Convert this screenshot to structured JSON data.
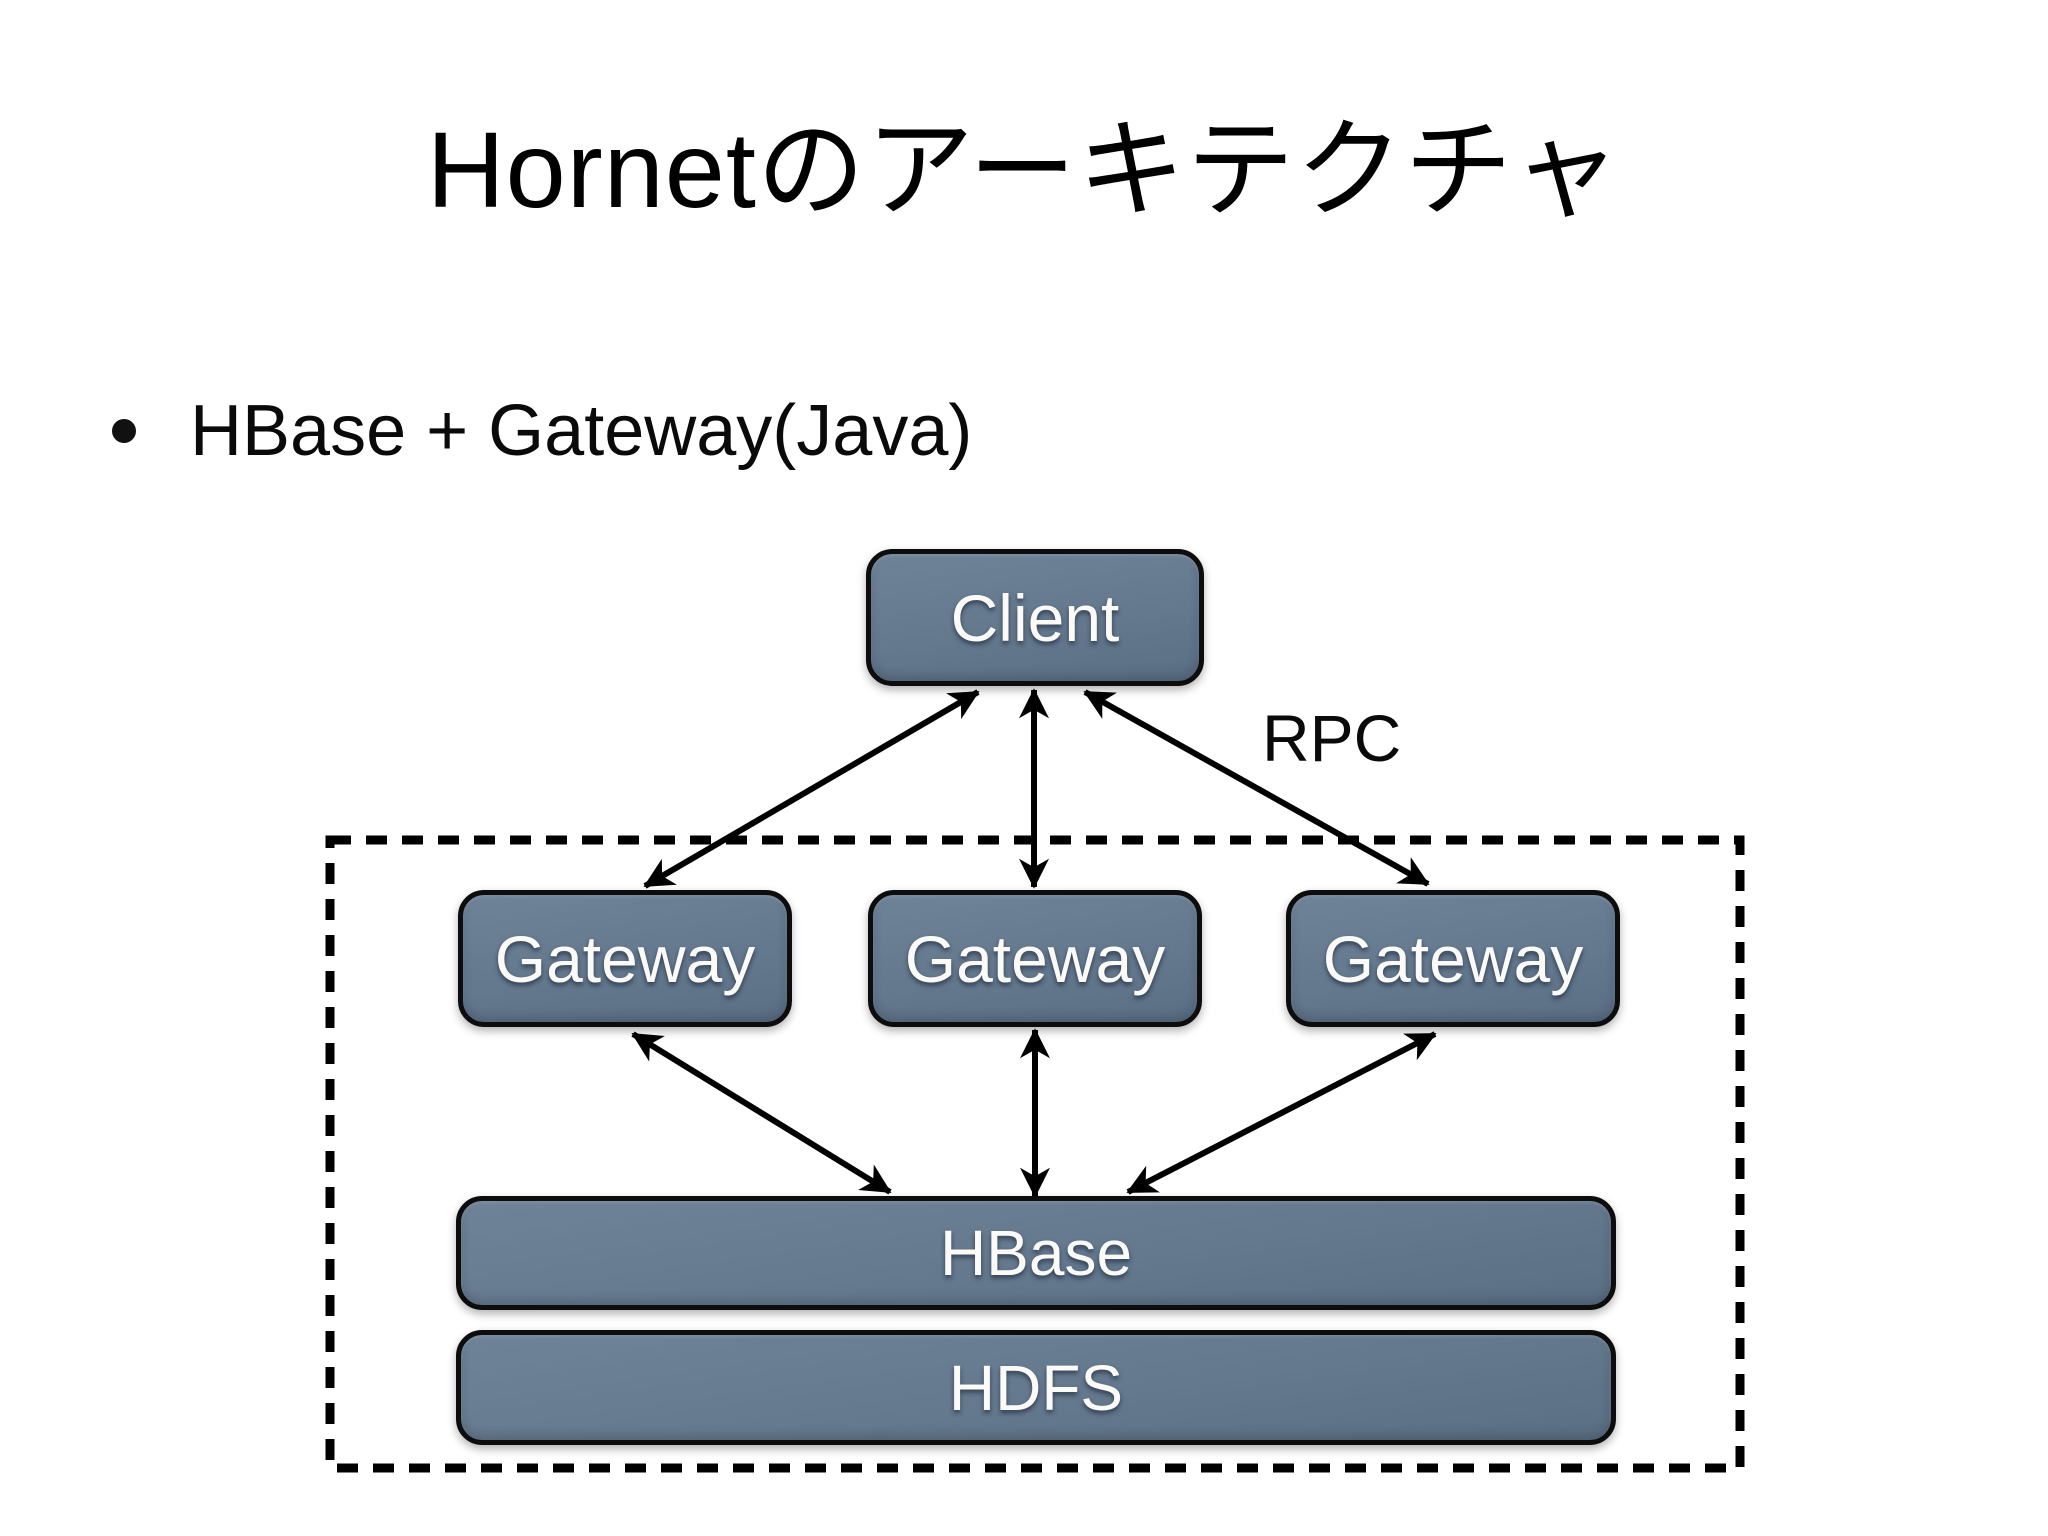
{
  "slide": {
    "title": "Hornetのアーキテクチャ",
    "bullet_marker": "•",
    "bullet_text": "HBase + Gateway(Java)"
  },
  "diagram": {
    "rpc_label": "RPC",
    "client_label": "Client",
    "gateways": [
      "Gateway",
      "Gateway",
      "Gateway"
    ],
    "hbase_label": "HBase",
    "hdfs_label": "HDFS",
    "cluster_border_style": "dashed",
    "colors": {
      "node_fill": "#64788e",
      "node_border": "#0d0d0d",
      "node_text": "#fbfaf7",
      "arrow": "#000000",
      "dashed_box": "#000000",
      "background": "#ffffff",
      "text": "#000000"
    }
  }
}
